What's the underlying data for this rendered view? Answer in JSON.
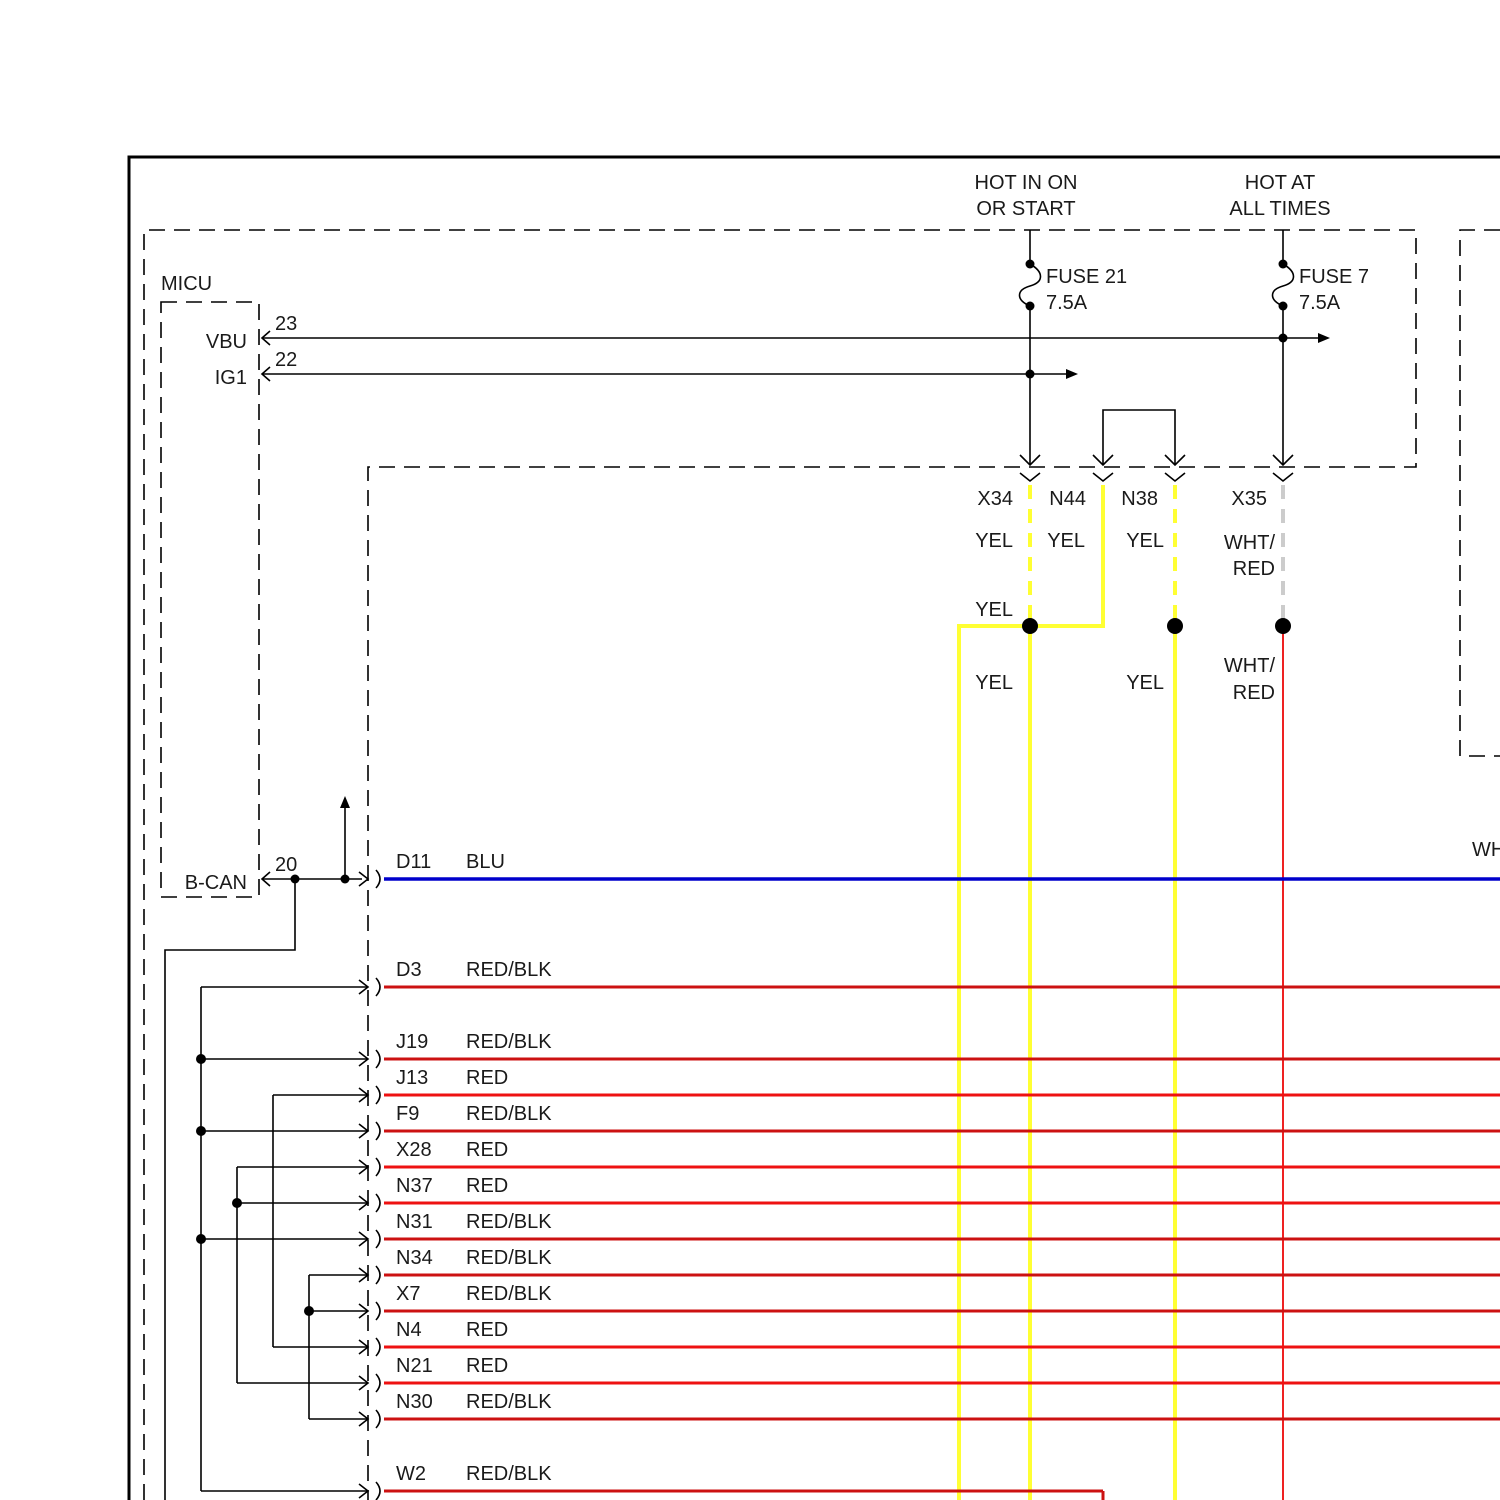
{
  "power": {
    "hot_on_start": [
      "HOT IN ON",
      "OR START"
    ],
    "hot_all_times": [
      "HOT AT",
      "ALL TIMES"
    ]
  },
  "fuses": [
    {
      "name": "FUSE 21",
      "rating": "7.5A"
    },
    {
      "name": "FUSE 7",
      "rating": "7.5A"
    }
  ],
  "micu": {
    "label": "MICU",
    "pins": [
      {
        "name": "VBU",
        "num": "23"
      },
      {
        "name": "IG1",
        "num": "22"
      },
      {
        "name": "B-CAN",
        "num": "20"
      }
    ]
  },
  "top_connectors": [
    {
      "id": "X34",
      "wire": "YEL"
    },
    {
      "id": "N44",
      "wire": "YEL"
    },
    {
      "id": "N38",
      "wire": "YEL"
    },
    {
      "id": "X35",
      "wire": "WHT/ RED",
      "wire_lines": [
        "WHT/",
        "RED"
      ]
    }
  ],
  "splice_labels": {
    "yel_upper": "YEL",
    "yel_left": "YEL",
    "yel_right": "YEL",
    "whtred": [
      "WHT/",
      "RED"
    ]
  },
  "edge_label": "WH",
  "colors": {
    "YEL": "#ffff33",
    "BLU": "#0000cc",
    "RED": "#ee1111",
    "RED/BLK": "#cc1111",
    "WHT/RED": "#ee2222",
    "WHT": "#cccccc"
  },
  "wires": [
    {
      "pin": "D11",
      "color": "BLU"
    },
    {
      "pin": "D3",
      "color": "RED/BLK"
    },
    {
      "pin": "J19",
      "color": "RED/BLK"
    },
    {
      "pin": "J13",
      "color": "RED"
    },
    {
      "pin": "F9",
      "color": "RED/BLK"
    },
    {
      "pin": "X28",
      "color": "RED"
    },
    {
      "pin": "N37",
      "color": "RED"
    },
    {
      "pin": "N31",
      "color": "RED/BLK"
    },
    {
      "pin": "N34",
      "color": "RED/BLK"
    },
    {
      "pin": "X7",
      "color": "RED/BLK"
    },
    {
      "pin": "N4",
      "color": "RED"
    },
    {
      "pin": "N21",
      "color": "RED"
    },
    {
      "pin": "N30",
      "color": "RED/BLK"
    },
    {
      "pin": "W2",
      "color": "RED/BLK"
    }
  ]
}
